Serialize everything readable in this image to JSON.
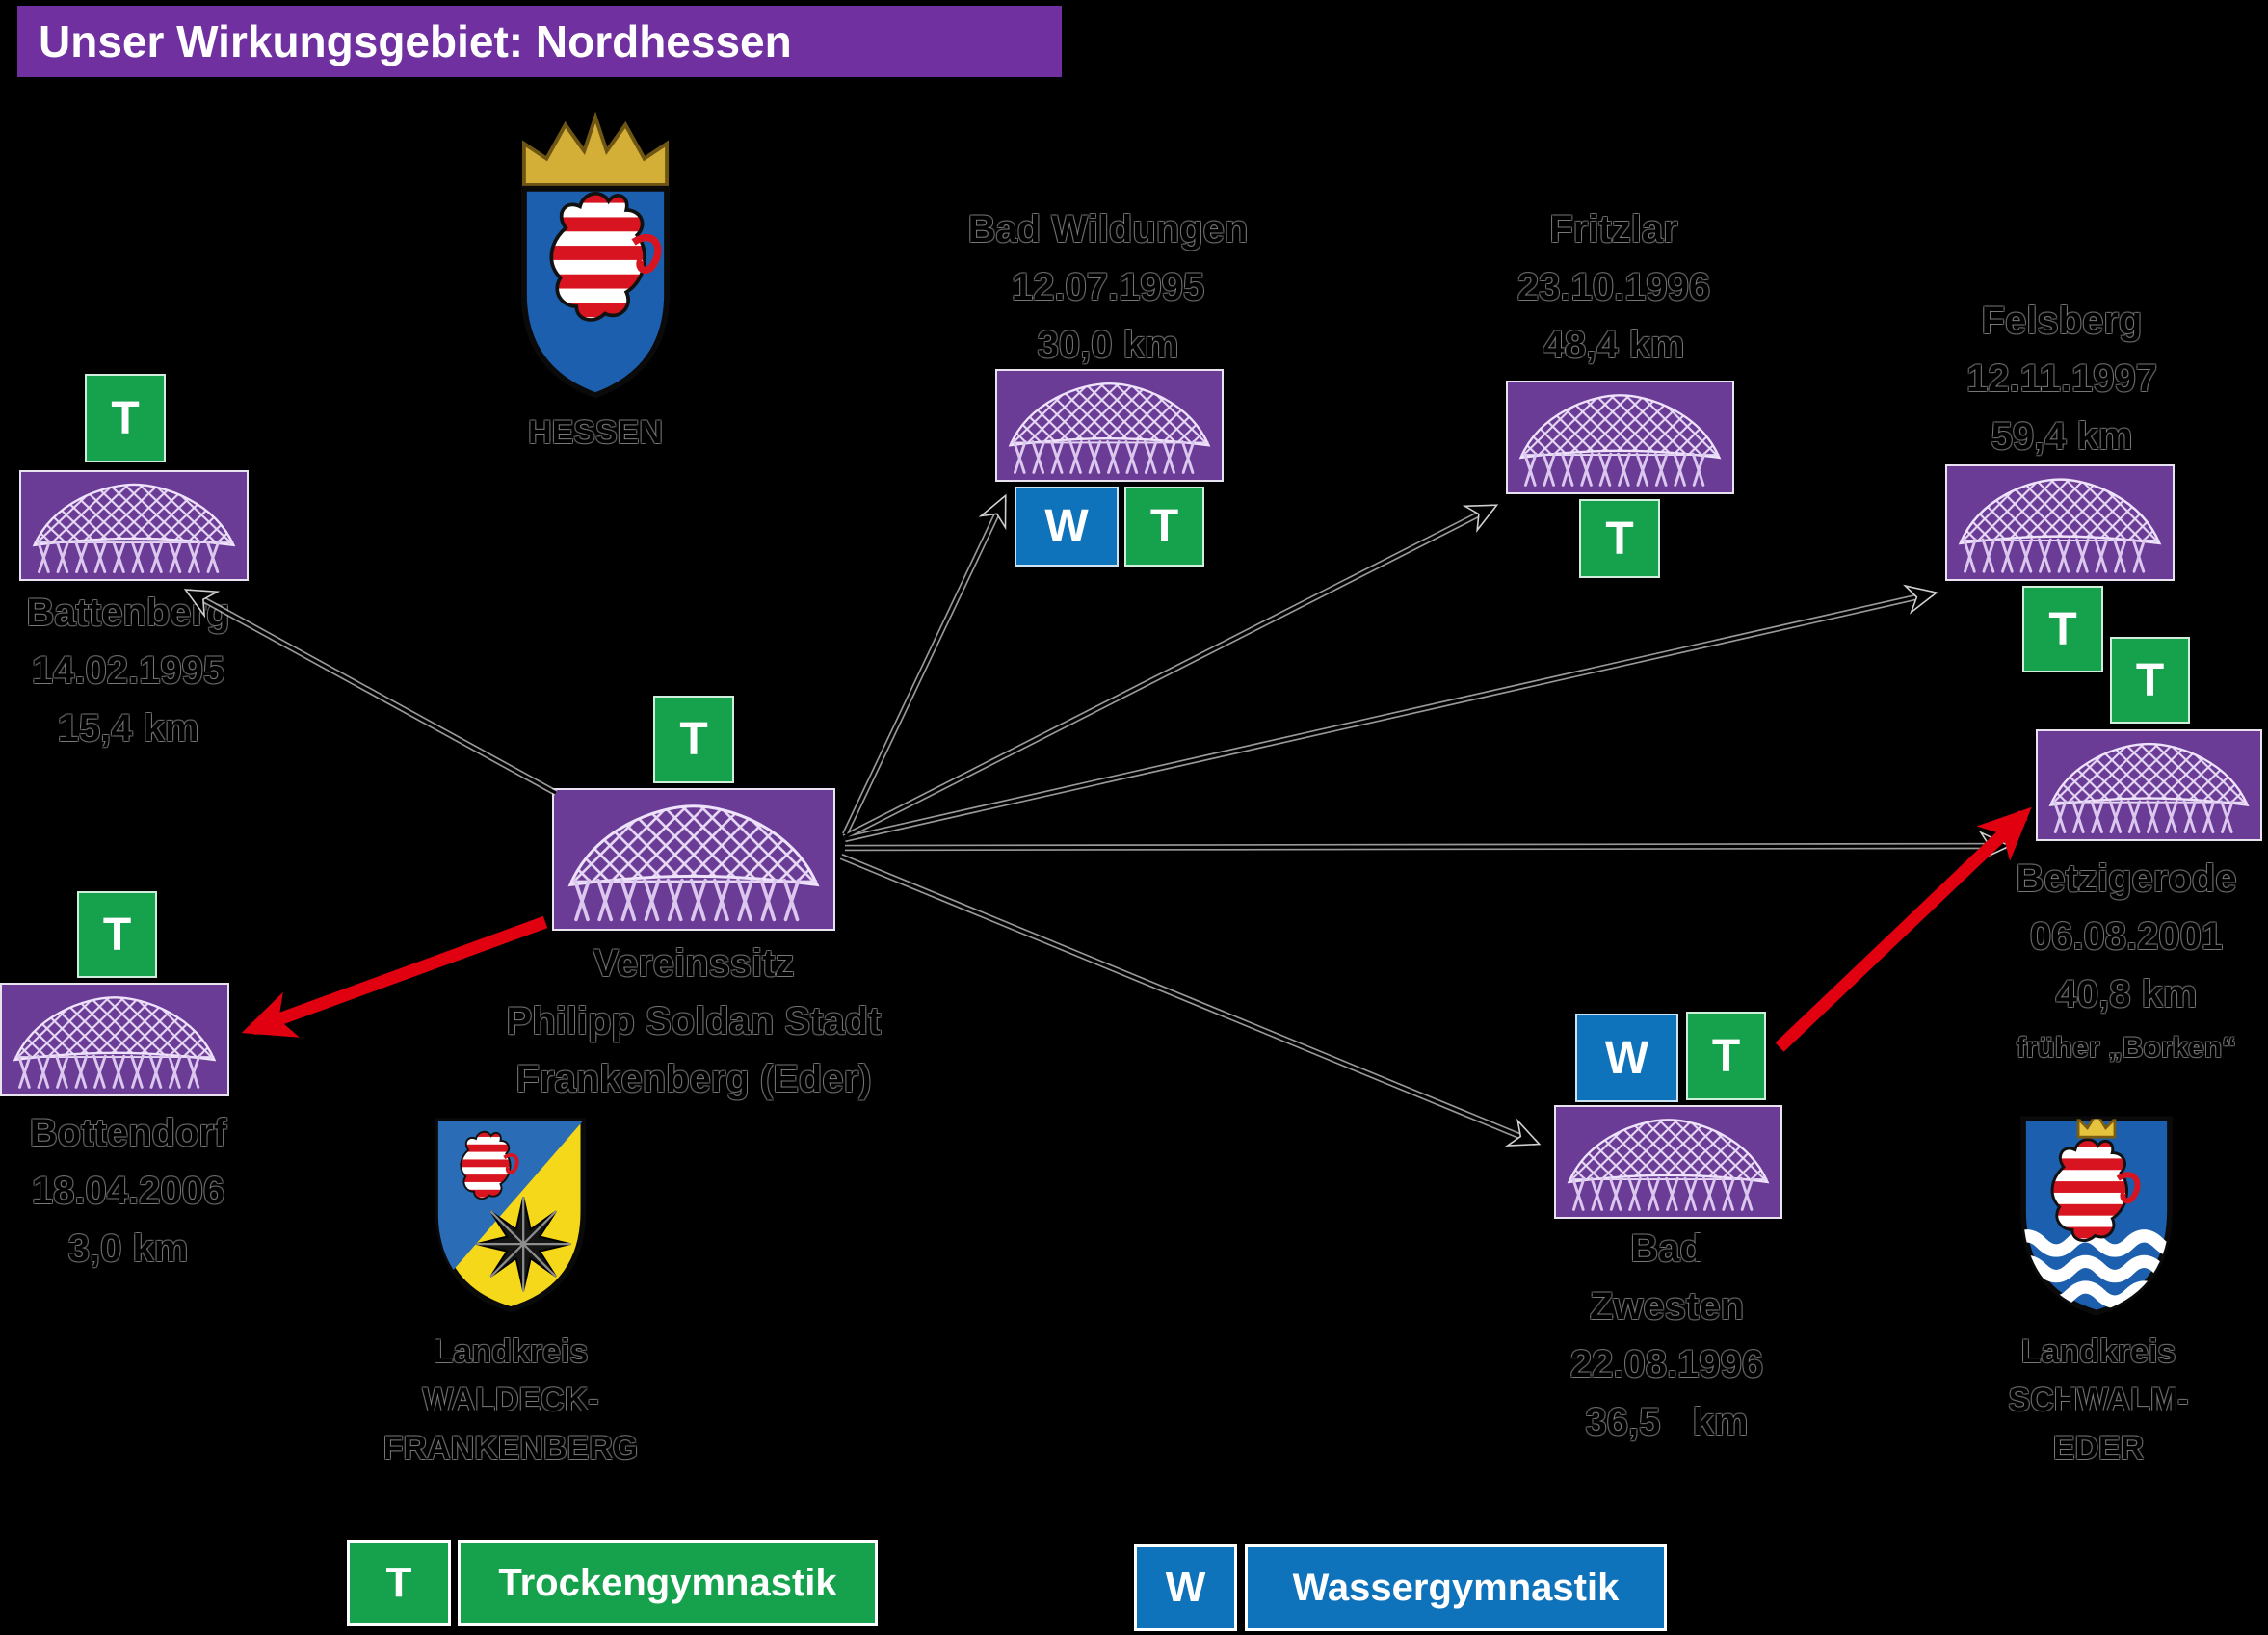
{
  "title": "Unser Wirkungsgebiet: Nordhessen",
  "legend": {
    "t_symbol": "T",
    "t_label": "Trockengymnastik",
    "w_symbol": "W",
    "w_label": "Wassergymnastik"
  },
  "badges": {
    "t": "T",
    "w": "W"
  },
  "center": {
    "line1": "Vereinssitz",
    "line2": "Philipp Soldan Stadt",
    "line3": "Frankenberg (Eder)"
  },
  "locations": {
    "battenberg": {
      "name": "Battenberg",
      "date": "14.02.1995",
      "distance": "15,4 km"
    },
    "bad_wildungen": {
      "name": "Bad Wildungen",
      "date": "12.07.1995",
      "distance": "30,0 km"
    },
    "fritzlar": {
      "name": "Fritzlar",
      "date": "23.10.1996",
      "distance": "48,4 km"
    },
    "felsberg": {
      "name": "Felsberg",
      "date": "12.11.1997",
      "distance": "59,4 km"
    },
    "betzigerode": {
      "name": "Betzigerode",
      "date": "06.08.2001",
      "distance": "40,8 km",
      "note": "früher „Borken“"
    },
    "bottendorf": {
      "name": "Bottendorf",
      "date": "18.04.2006",
      "distance": "3,0 km"
    },
    "bad_zwesten": {
      "name_line1": "Bad",
      "name_line2": "Zwesten",
      "date": "22.08.1996",
      "distance": "36,5   km"
    }
  },
  "crests": {
    "hessen": {
      "caption": "HESSEN"
    },
    "waldeck": {
      "line1": "Landkreis",
      "line2": "WALDECK-",
      "line3": "FRANKENBERG"
    },
    "schwalm": {
      "line1": "Landkreis",
      "line2": "SCHWALM-",
      "line3": "EDER"
    }
  },
  "colors": {
    "banner_purple": "#7030a0",
    "logo_purple": "#6a3c96",
    "green": "#16a24c",
    "blue": "#0e73ba",
    "red": "#e0000f",
    "background": "#000000"
  }
}
